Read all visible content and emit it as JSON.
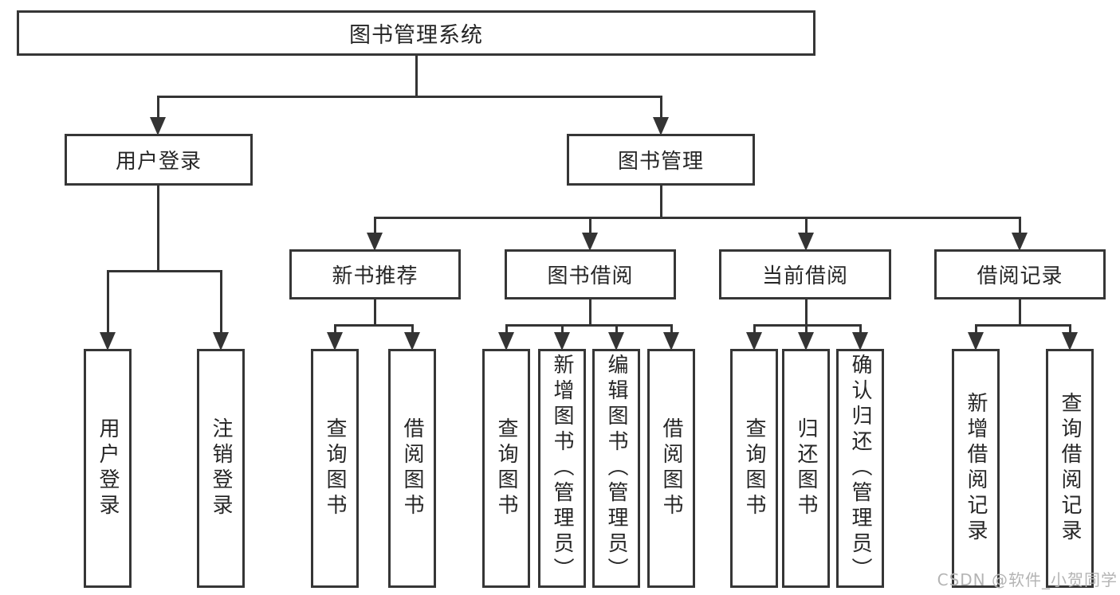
{
  "nodes": {
    "root": {
      "label": "图书管理系统"
    },
    "login_group": {
      "label": "用户登录"
    },
    "mgmt_group": {
      "label": "图书管理"
    },
    "new_book": {
      "label": "新书推荐"
    },
    "borrow": {
      "label": "图书借阅"
    },
    "current": {
      "label": "当前借阅"
    },
    "record": {
      "label": "借阅记录"
    },
    "leaf_login": {
      "label": "用户登录"
    },
    "leaf_logout": {
      "label": "注销登录"
    },
    "leaf_nb_query": {
      "label": "查询图书"
    },
    "leaf_nb_borrow": {
      "label": "借阅图书"
    },
    "leaf_bw_query": {
      "label": "查询图书"
    },
    "leaf_bw_add": {
      "label": "新增图书（管理员）"
    },
    "leaf_bw_edit": {
      "label": "编辑图书（管理员）"
    },
    "leaf_bw_borrow": {
      "label": "借阅图书"
    },
    "leaf_cur_query": {
      "label": "查询图书"
    },
    "leaf_cur_return": {
      "label": "归还图书"
    },
    "leaf_cur_confirm": {
      "label": "确认归还（管理员）"
    },
    "leaf_rec_add": {
      "label": "新增借阅记录"
    },
    "leaf_rec_query": {
      "label": "查询借阅记录"
    }
  },
  "watermark": "CSDN @软件_小贺同学"
}
